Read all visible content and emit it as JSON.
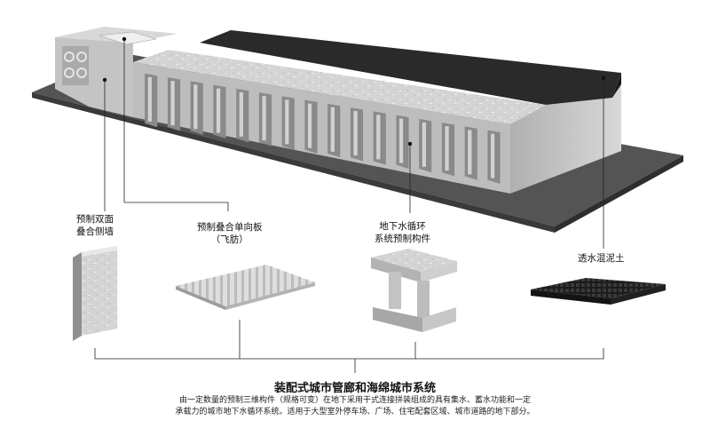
{
  "labels": {
    "wall": [
      "预制双面",
      "叠合侧墙"
    ],
    "slab": [
      "预制叠合单向板",
      "（飞肪）"
    ],
    "module": [
      "地下水循环",
      "系统预制构件"
    ],
    "pervious": [
      "透水混泥土"
    ]
  },
  "title": "装配式城市管廊和海绵城市系统",
  "description": [
    "由一定数量的预制三维构件（规格可变）在地下采用干式连接拼装组成的具有集水、蓄水功能和一定",
    "承载力的城市地下水循环系统。适用于大型室外停车场、广场、住宅配套区域、城市道路的地下部分。"
  ],
  "colors": {
    "ground": "#4a4a4a",
    "concrete": "#c9c9c9",
    "concrete_dark": "#a8a8a8",
    "asphalt": "#2a2a2a",
    "leader": "#222222"
  }
}
